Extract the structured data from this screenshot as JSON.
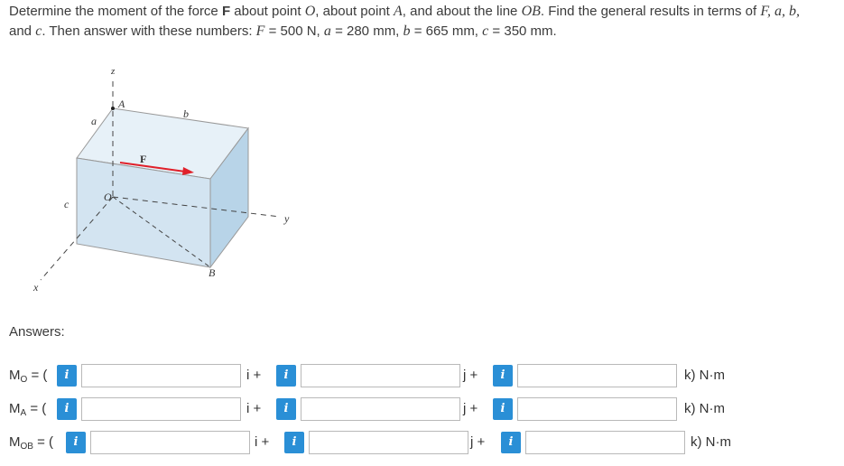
{
  "problem": {
    "line1_part1": "Determine the moment of the force ",
    "line1_F": "F",
    "line1_part2": " about point ",
    "line1_O": "O",
    "line1_part3": ", about point ",
    "line1_A": "A",
    "line1_part4": ", and about the line ",
    "line1_OB": "OB",
    "line1_part5": ". Find the general results in terms of ",
    "line1_vars": "F, a, b,",
    "line2_part1": " and ",
    "line2_c": "c",
    "line2_part2": ". Then answer with these numbers: ",
    "line2_F": "F",
    "line2_Fval": " = 500 N, ",
    "line2_a": "a",
    "line2_aval": " = 280 mm, ",
    "line2_b": "b",
    "line2_bval": " = 665 mm, ",
    "line2_cc": "c",
    "line2_cval": " = 350 mm."
  },
  "figure": {
    "z": "z",
    "A": "A",
    "a": "a",
    "b": "b",
    "F": "F",
    "O": "O",
    "c": "c",
    "y": "y",
    "B": "B",
    "x": "x"
  },
  "answers_label": "Answers:",
  "rows": [
    {
      "M": "M",
      "sub": "O",
      "open": " = (",
      "i_btn": "i",
      "i_unit": "i +",
      "j_unit": "j +",
      "k_unit": "k) N·m"
    },
    {
      "M": "M",
      "sub": "A",
      "open": " = (",
      "i_btn": "i",
      "i_unit": "i +",
      "j_unit": "j +",
      "k_unit": "k) N·m"
    },
    {
      "M": "M",
      "sub": "OB",
      "open": " = (",
      "i_btn": "i",
      "i_unit": "i +",
      "j_unit": "j +",
      "k_unit": "k) N·m"
    }
  ],
  "colors": {
    "info_button": "#2a8fd6",
    "box_fill": "#d6e6f2",
    "force_arrow": "#e0202a"
  }
}
